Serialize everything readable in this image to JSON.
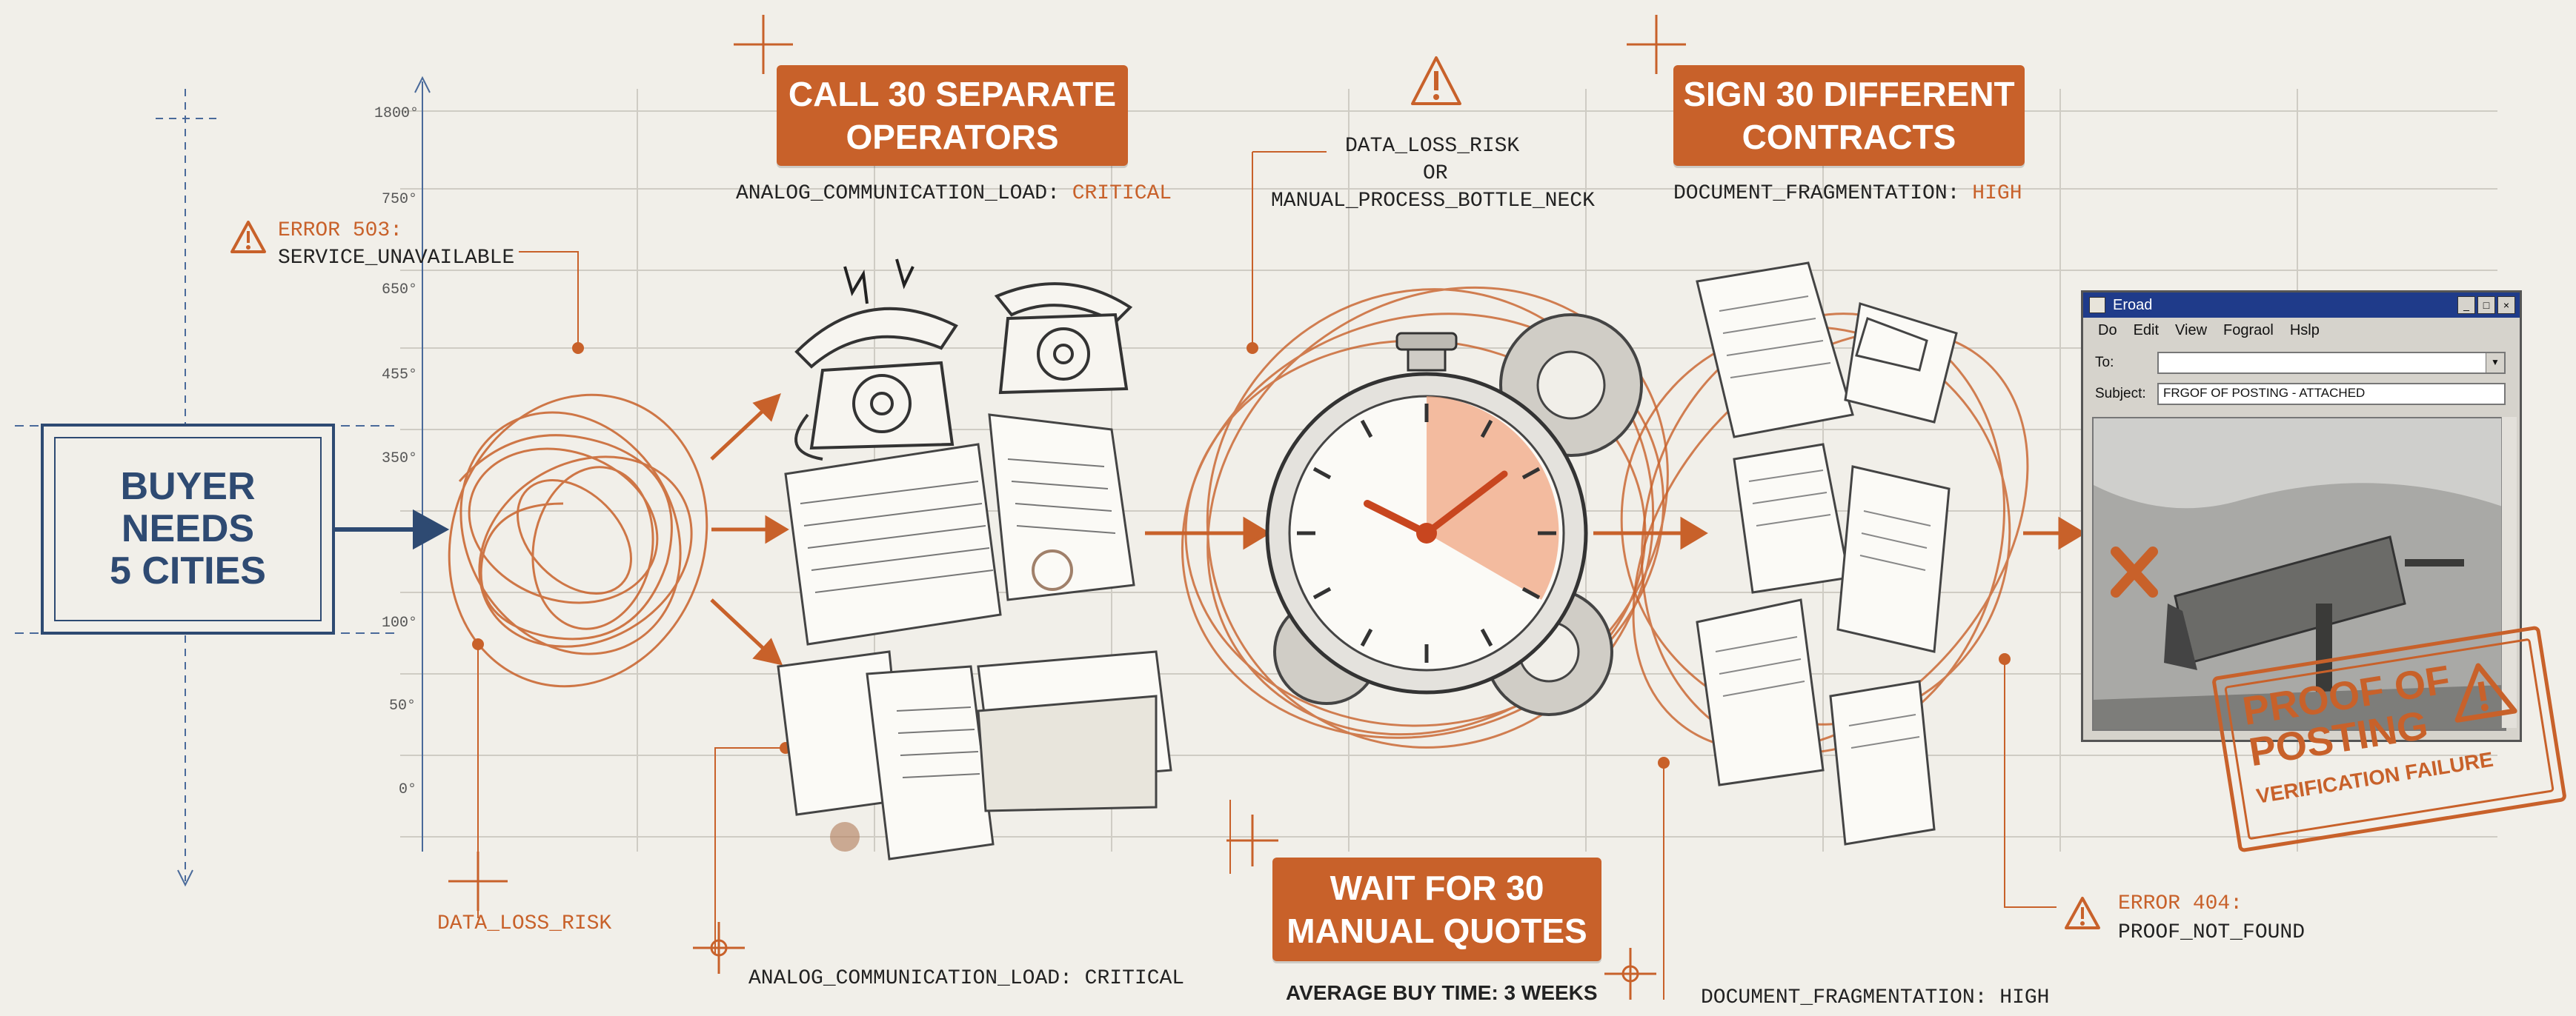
{
  "buyer": {
    "line1": "BUYER",
    "line2": "NEEDS",
    "line3": "5 CITIES"
  },
  "axis_ticks": [
    "1800°",
    "750°",
    "650°",
    "455°",
    "350°",
    "100°",
    "50°",
    "0°"
  ],
  "step1": {
    "banner_line1": "CALL 30 SEPARATE",
    "banner_line2": "OPERATORS",
    "metric_key": "ANALOG_COMMUNICATION_LOAD:",
    "metric_value": "CRITICAL",
    "footer": "ANALOG_COMMUNICATION_LOAD: CRITICAL"
  },
  "step2": {
    "risk_line1": "DATA_LOSS_RISK",
    "risk_line2": "OR",
    "risk_line3": "MANUAL_PROCESS_BOTTLE_NECK",
    "banner_line1": "WAIT FOR 30",
    "banner_line2": "MANUAL QUOTES",
    "footer": "AVERAGE BUY TIME: 3 WEEKS"
  },
  "step3": {
    "banner_line1": "SIGN 30 DIFFERENT",
    "banner_line2": "CONTRACTS",
    "metric_key": "DOCUMENT_FRAGMENTATION:",
    "metric_value": "HIGH",
    "footer": "DOCUMENT_FRAGMENTATION: HIGH"
  },
  "error503": {
    "title": "ERROR 503:",
    "detail": "SERVICE_UNAVAILABLE"
  },
  "error404": {
    "title": "ERROR 404:",
    "detail": "PROOF_NOT_FOUND"
  },
  "data_loss_label": "DATA_LOSS_RISK",
  "email_window": {
    "title": "Eroad",
    "menu": [
      "Do",
      "Edit",
      "View",
      "Fograol",
      "Hslp"
    ],
    "to_label": "To:",
    "subject_label": "Subject:",
    "subject_value": "FRGOF OF POSTING - ATTACHED"
  },
  "stamp": {
    "line1": "PROOF OF",
    "line2": "POSTING",
    "line3": "VERIFICATION FAILURE"
  },
  "colors": {
    "accent": "#c8612a",
    "navy": "#2e4a72",
    "paper": "#f1efe9"
  }
}
